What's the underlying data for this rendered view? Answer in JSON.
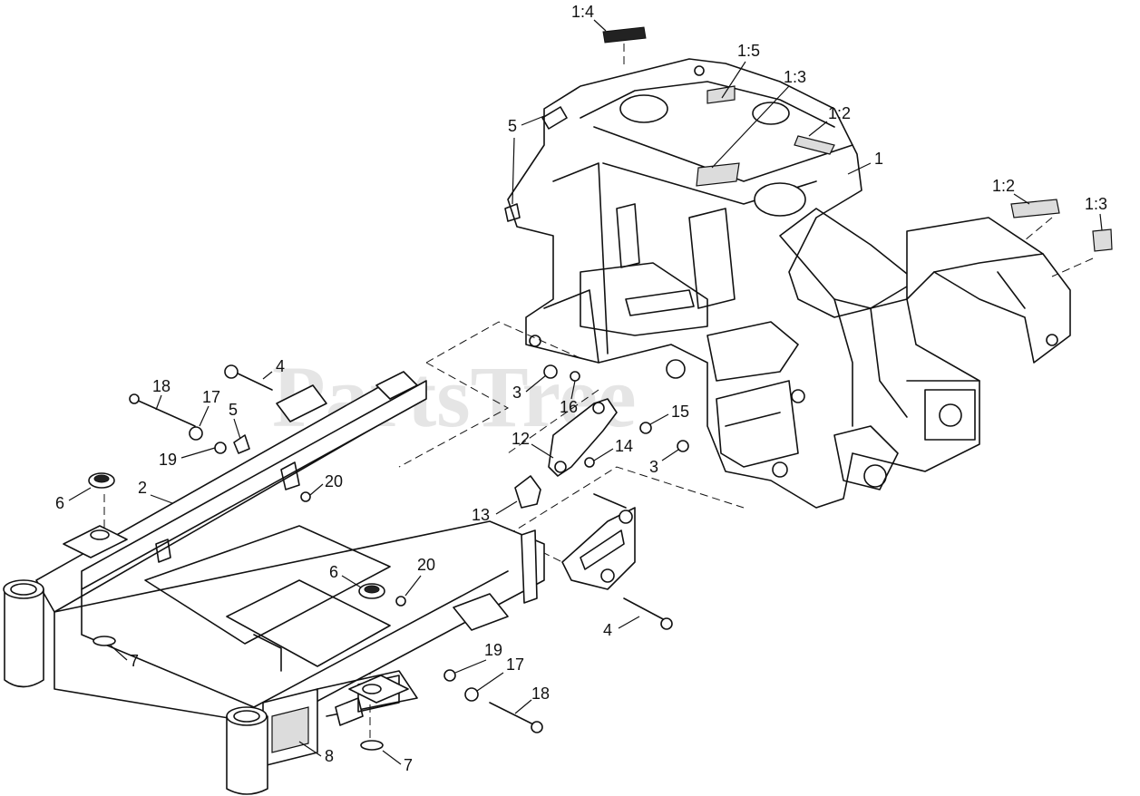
{
  "watermark": "PartsTree",
  "callouts": [
    {
      "id": "c-1-4",
      "label": "1:4"
    },
    {
      "id": "c-1-5",
      "label": "1:5"
    },
    {
      "id": "c-1-3-top",
      "label": "1:3"
    },
    {
      "id": "c-1-2-top",
      "label": "1:2"
    },
    {
      "id": "c-1",
      "label": "1"
    },
    {
      "id": "c-1-2-right",
      "label": "1:2"
    },
    {
      "id": "c-1-3-right",
      "label": "1:3"
    },
    {
      "id": "c-5-top",
      "label": "5"
    },
    {
      "id": "c-4-top",
      "label": "4"
    },
    {
      "id": "c-18-top",
      "label": "18"
    },
    {
      "id": "c-17-top",
      "label": "17"
    },
    {
      "id": "c-5-mid",
      "label": "5"
    },
    {
      "id": "c-19-top",
      "label": "19"
    },
    {
      "id": "c-3-left",
      "label": "3"
    },
    {
      "id": "c-16",
      "label": "16"
    },
    {
      "id": "c-15",
      "label": "15"
    },
    {
      "id": "c-14",
      "label": "14"
    },
    {
      "id": "c-12",
      "label": "12"
    },
    {
      "id": "c-3-right",
      "label": "3"
    },
    {
      "id": "c-20-top",
      "label": "20"
    },
    {
      "id": "c-6-left",
      "label": "6"
    },
    {
      "id": "c-2",
      "label": "2"
    },
    {
      "id": "c-13",
      "label": "13"
    },
    {
      "id": "c-6-mid",
      "label": "6"
    },
    {
      "id": "c-20-mid",
      "label": "20"
    },
    {
      "id": "c-4-bottom",
      "label": "4"
    },
    {
      "id": "c-7-left",
      "label": "7"
    },
    {
      "id": "c-19-bottom",
      "label": "19"
    },
    {
      "id": "c-17-bottom",
      "label": "17"
    },
    {
      "id": "c-18-bottom",
      "label": "18"
    },
    {
      "id": "c-8",
      "label": "8"
    },
    {
      "id": "c-7-bottom",
      "label": "7"
    }
  ]
}
